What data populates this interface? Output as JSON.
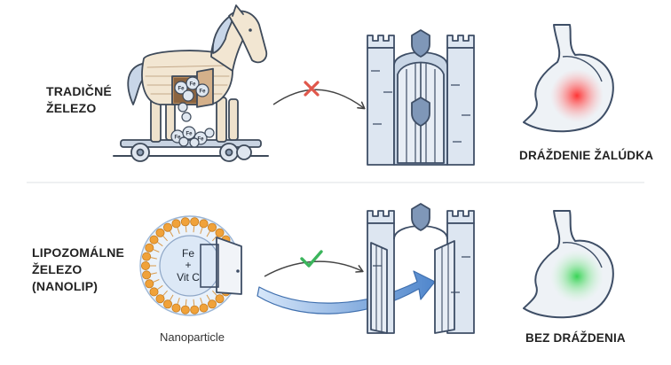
{
  "rows": {
    "traditional": {
      "label_lines": [
        "TRADIČNÉ",
        "ŽELEZO"
      ],
      "cargo_label": "Fe",
      "crossing_result_icon": "red-x-icon",
      "outcome": "DRÁŽDENIE ŽALÚDKA",
      "stomach_glow_color": "#ff3b3b"
    },
    "liposomal": {
      "label_lines": [
        "LIPOZOMÁLNE",
        "ŽELEZO",
        "(NANOLIP)"
      ],
      "core_line1": "Fe",
      "core_line2": "+",
      "core_line3": "Vit C",
      "particle_caption": "Nanoparticle",
      "crossing_result_icon": "green-check-icon",
      "outcome": "BEZ DRÁŽDENIA",
      "stomach_glow_color": "#3fd35a"
    }
  },
  "colors": {
    "red_x": "#e0574b",
    "green_check": "#3bb55c",
    "gate_blue": "#c9d6e6",
    "gate_stroke": "#3e4e66",
    "shield": "#7f97b8",
    "lipid_orange": "#f0a23a",
    "flow_arrow": "#5a8fd0"
  }
}
